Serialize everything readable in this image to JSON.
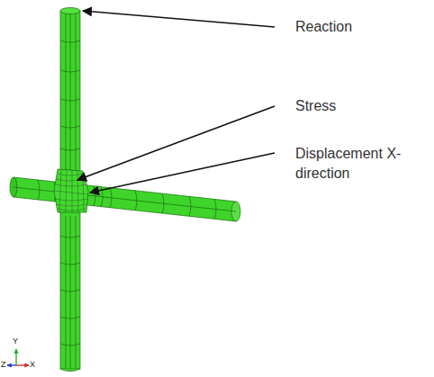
{
  "diagram": {
    "labels": [
      "Reaction",
      "Stress",
      "Displacement X-direction",
      "Y",
      "Z",
      "X"
    ]
  }
}
